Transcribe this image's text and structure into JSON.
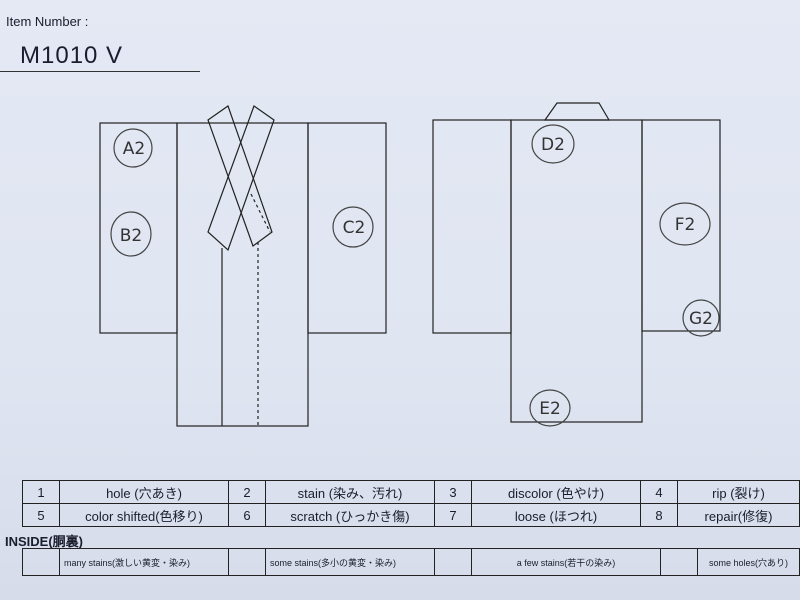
{
  "item": {
    "label": "Item Number :",
    "value": "M1010   V"
  },
  "marks": {
    "a": "A2",
    "b": "B2",
    "c": "C2",
    "d": "D2",
    "e": "E2",
    "f": "F2",
    "g": "G2"
  },
  "legend": [
    {
      "num": "1",
      "text": "hole (穴あき)"
    },
    {
      "num": "2",
      "text": "stain (染み、汚れ)"
    },
    {
      "num": "3",
      "text": "discolor (色やけ)"
    },
    {
      "num": "4",
      "text": "rip (裂け)"
    },
    {
      "num": "5",
      "text": "color shifted(色移り)"
    },
    {
      "num": "6",
      "text": "scratch (ひっかき傷)"
    },
    {
      "num": "7",
      "text": "loose (ほつれ)"
    },
    {
      "num": "8",
      "text": "repair(修復)"
    }
  ],
  "inside": {
    "title": "INSIDE(胴裏)",
    "items": [
      "many stains(激しい黄変・染み)",
      "some stains(多小の黄変・染み)",
      "a few stains(若干の染み)",
      "some holes(穴あり)"
    ]
  }
}
